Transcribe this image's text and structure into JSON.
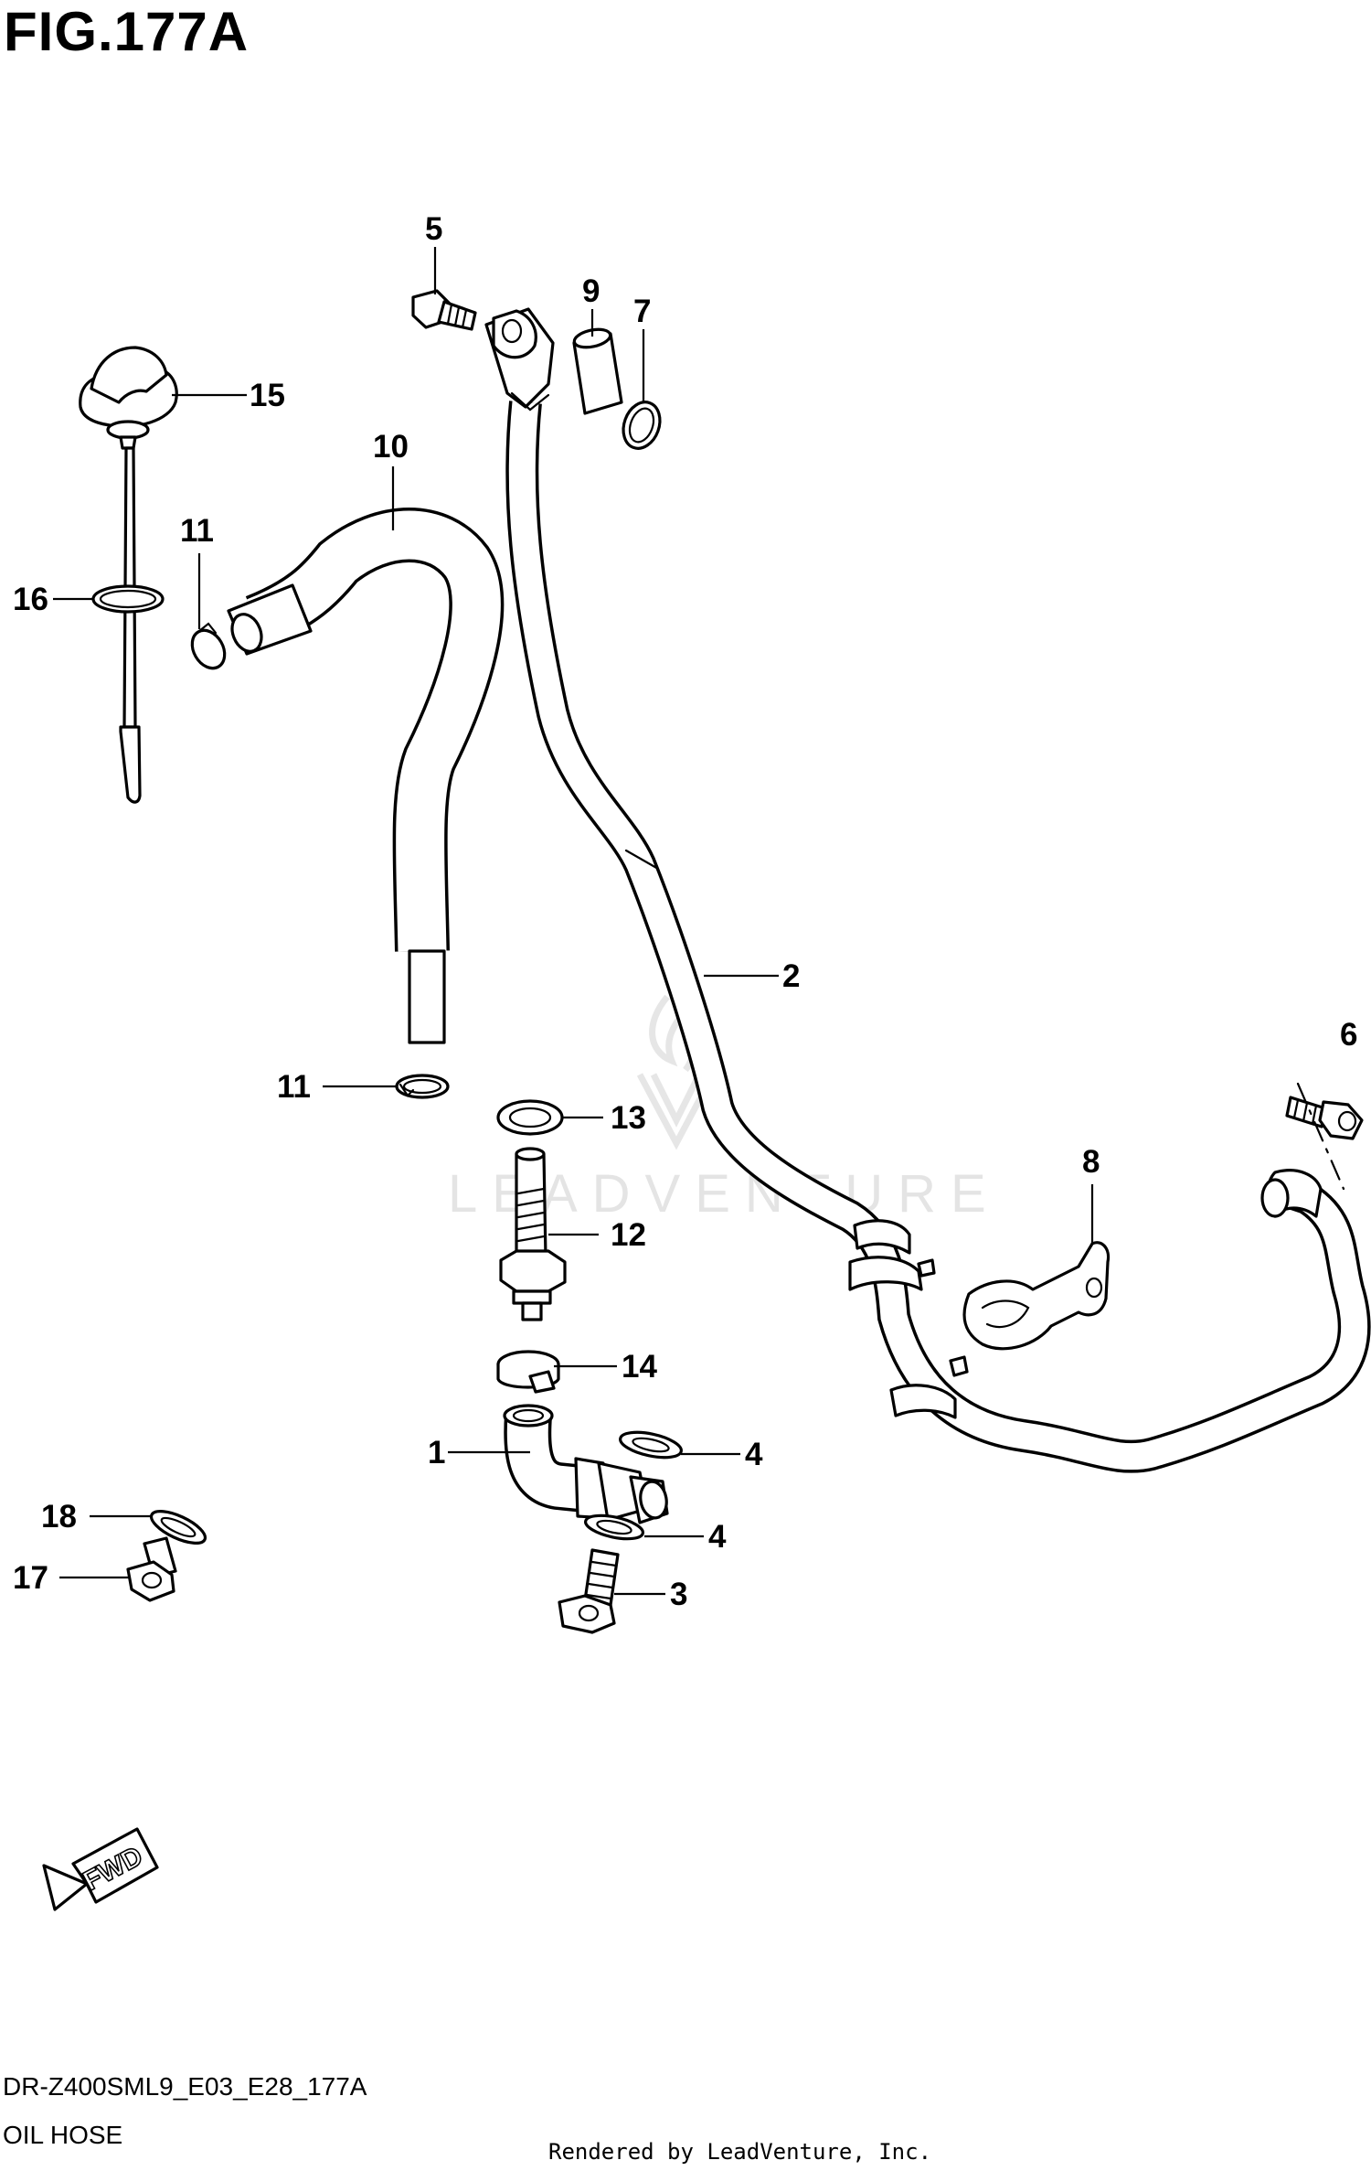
{
  "figure": {
    "title": "FIG.177A",
    "code": "DR-Z400SML9_E03_E28_177A",
    "name": "OIL HOSE",
    "credit": "Rendered by LeadVenture, Inc.",
    "watermark": "LEADVENTURE",
    "fwd_label": "FWD"
  },
  "callouts": [
    "1",
    "2",
    "3",
    "4",
    "4",
    "5",
    "6",
    "7",
    "8",
    "9",
    "10",
    "11",
    "11",
    "12",
    "13",
    "14",
    "15",
    "16",
    "17",
    "18"
  ],
  "colors": {
    "ink": "#000000",
    "paper": "#ffffff",
    "watermark": "#e4e4e4"
  }
}
